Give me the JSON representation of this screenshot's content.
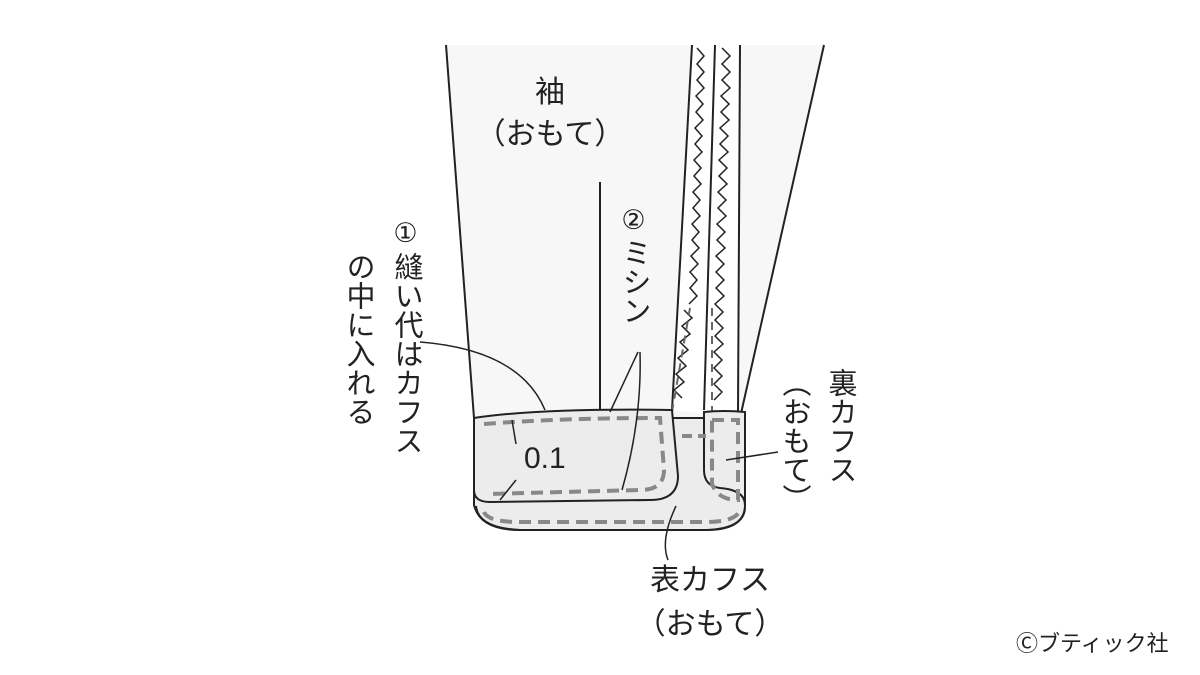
{
  "labels": {
    "sleeve_name": "袖",
    "sleeve_side": "（おもて）",
    "step1_mark": "①",
    "step1_text": "縫い代はカフス",
    "step1_text2": "の中に入れる",
    "step2_mark": "②",
    "step2_text": "ミシン",
    "seam_allowance": "0.1",
    "inner_cuff_name": "裏カフス",
    "inner_cuff_side": "（おもて）",
    "outer_cuff_name": "表カフス",
    "outer_cuff_side": "（おもて）",
    "copyright": "Ⓒブティック社"
  },
  "colors": {
    "line": "#222222",
    "sleeve_fill": "#f7f7f7",
    "cuff_fill": "#ececec",
    "stitch": "#888888"
  }
}
